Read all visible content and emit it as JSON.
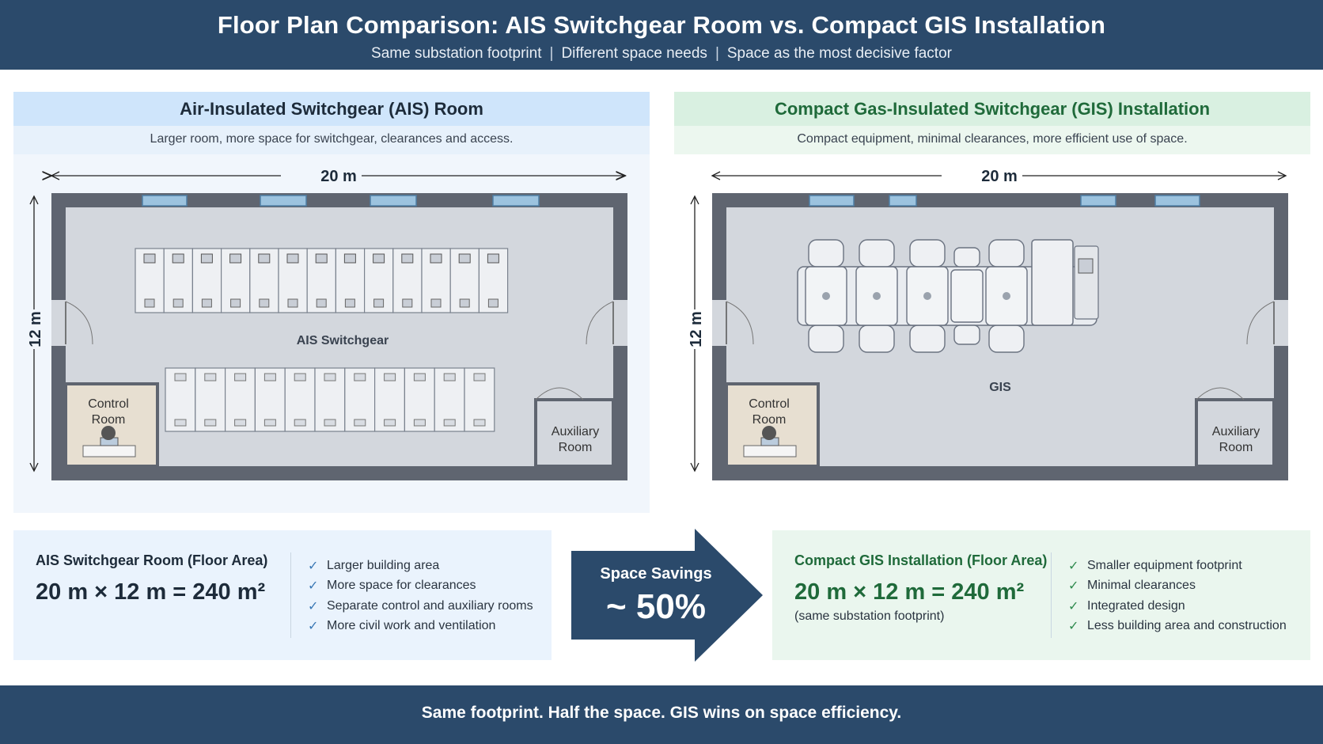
{
  "header": {
    "title": "Floor Plan Comparison: AIS Switchgear Room vs. Compact GIS Installation",
    "subtitle_parts": [
      "Same substation footprint",
      "Different space needs",
      "Space as the most decisive factor"
    ],
    "separator": "|"
  },
  "ais_panel": {
    "title": "Air-Insulated Switchgear (AIS) Room",
    "description": "Larger room, more space for switchgear, clearances and access.",
    "width_dim": "20 m",
    "height_dim": "12 m",
    "equipment_label": "AIS Switchgear",
    "control_room_label": [
      "Control",
      "Room"
    ],
    "auxiliary_room_label": [
      "Auxiliary",
      "Room"
    ]
  },
  "gis_panel": {
    "title": "Compact Gas-Insulated Switchgear (GIS) Installation",
    "description": "Compact equipment, minimal clearances, more efficient use of space.",
    "width_dim": "20 m",
    "height_dim": "12 m",
    "equipment_label": "GIS",
    "control_room_label": [
      "Control",
      "Room"
    ],
    "auxiliary_room_label": [
      "Auxiliary",
      "Room"
    ]
  },
  "ais_card": {
    "title": "AIS Switchgear Room (Floor Area)",
    "formula": "20 m × 12 m = 240 m²",
    "bullets": [
      "Larger building area",
      "More space for clearances",
      "Separate control and auxiliary rooms",
      "More civil work and ventilation"
    ]
  },
  "savings": {
    "label": "Space Savings",
    "value": "~ 50%"
  },
  "gis_card": {
    "title": "Compact GIS Installation (Floor Area)",
    "formula": "20 m × 12 m = 240 m²",
    "note": "(same substation footprint)",
    "bullets": [
      "Smaller equipment footprint",
      "Minimal clearances",
      "Integrated design",
      "Less building area and construction"
    ]
  },
  "footer": {
    "text": "Same footprint.  Half the space.  GIS wins on space efficiency."
  },
  "colors": {
    "navy": "#2b4a6b",
    "ais_accent": "#cfe5fb",
    "gis_accent": "#d9f0e1",
    "gis_text": "#1f6a3a",
    "wall": "#5f6570",
    "floor": "#d3d7dd"
  }
}
